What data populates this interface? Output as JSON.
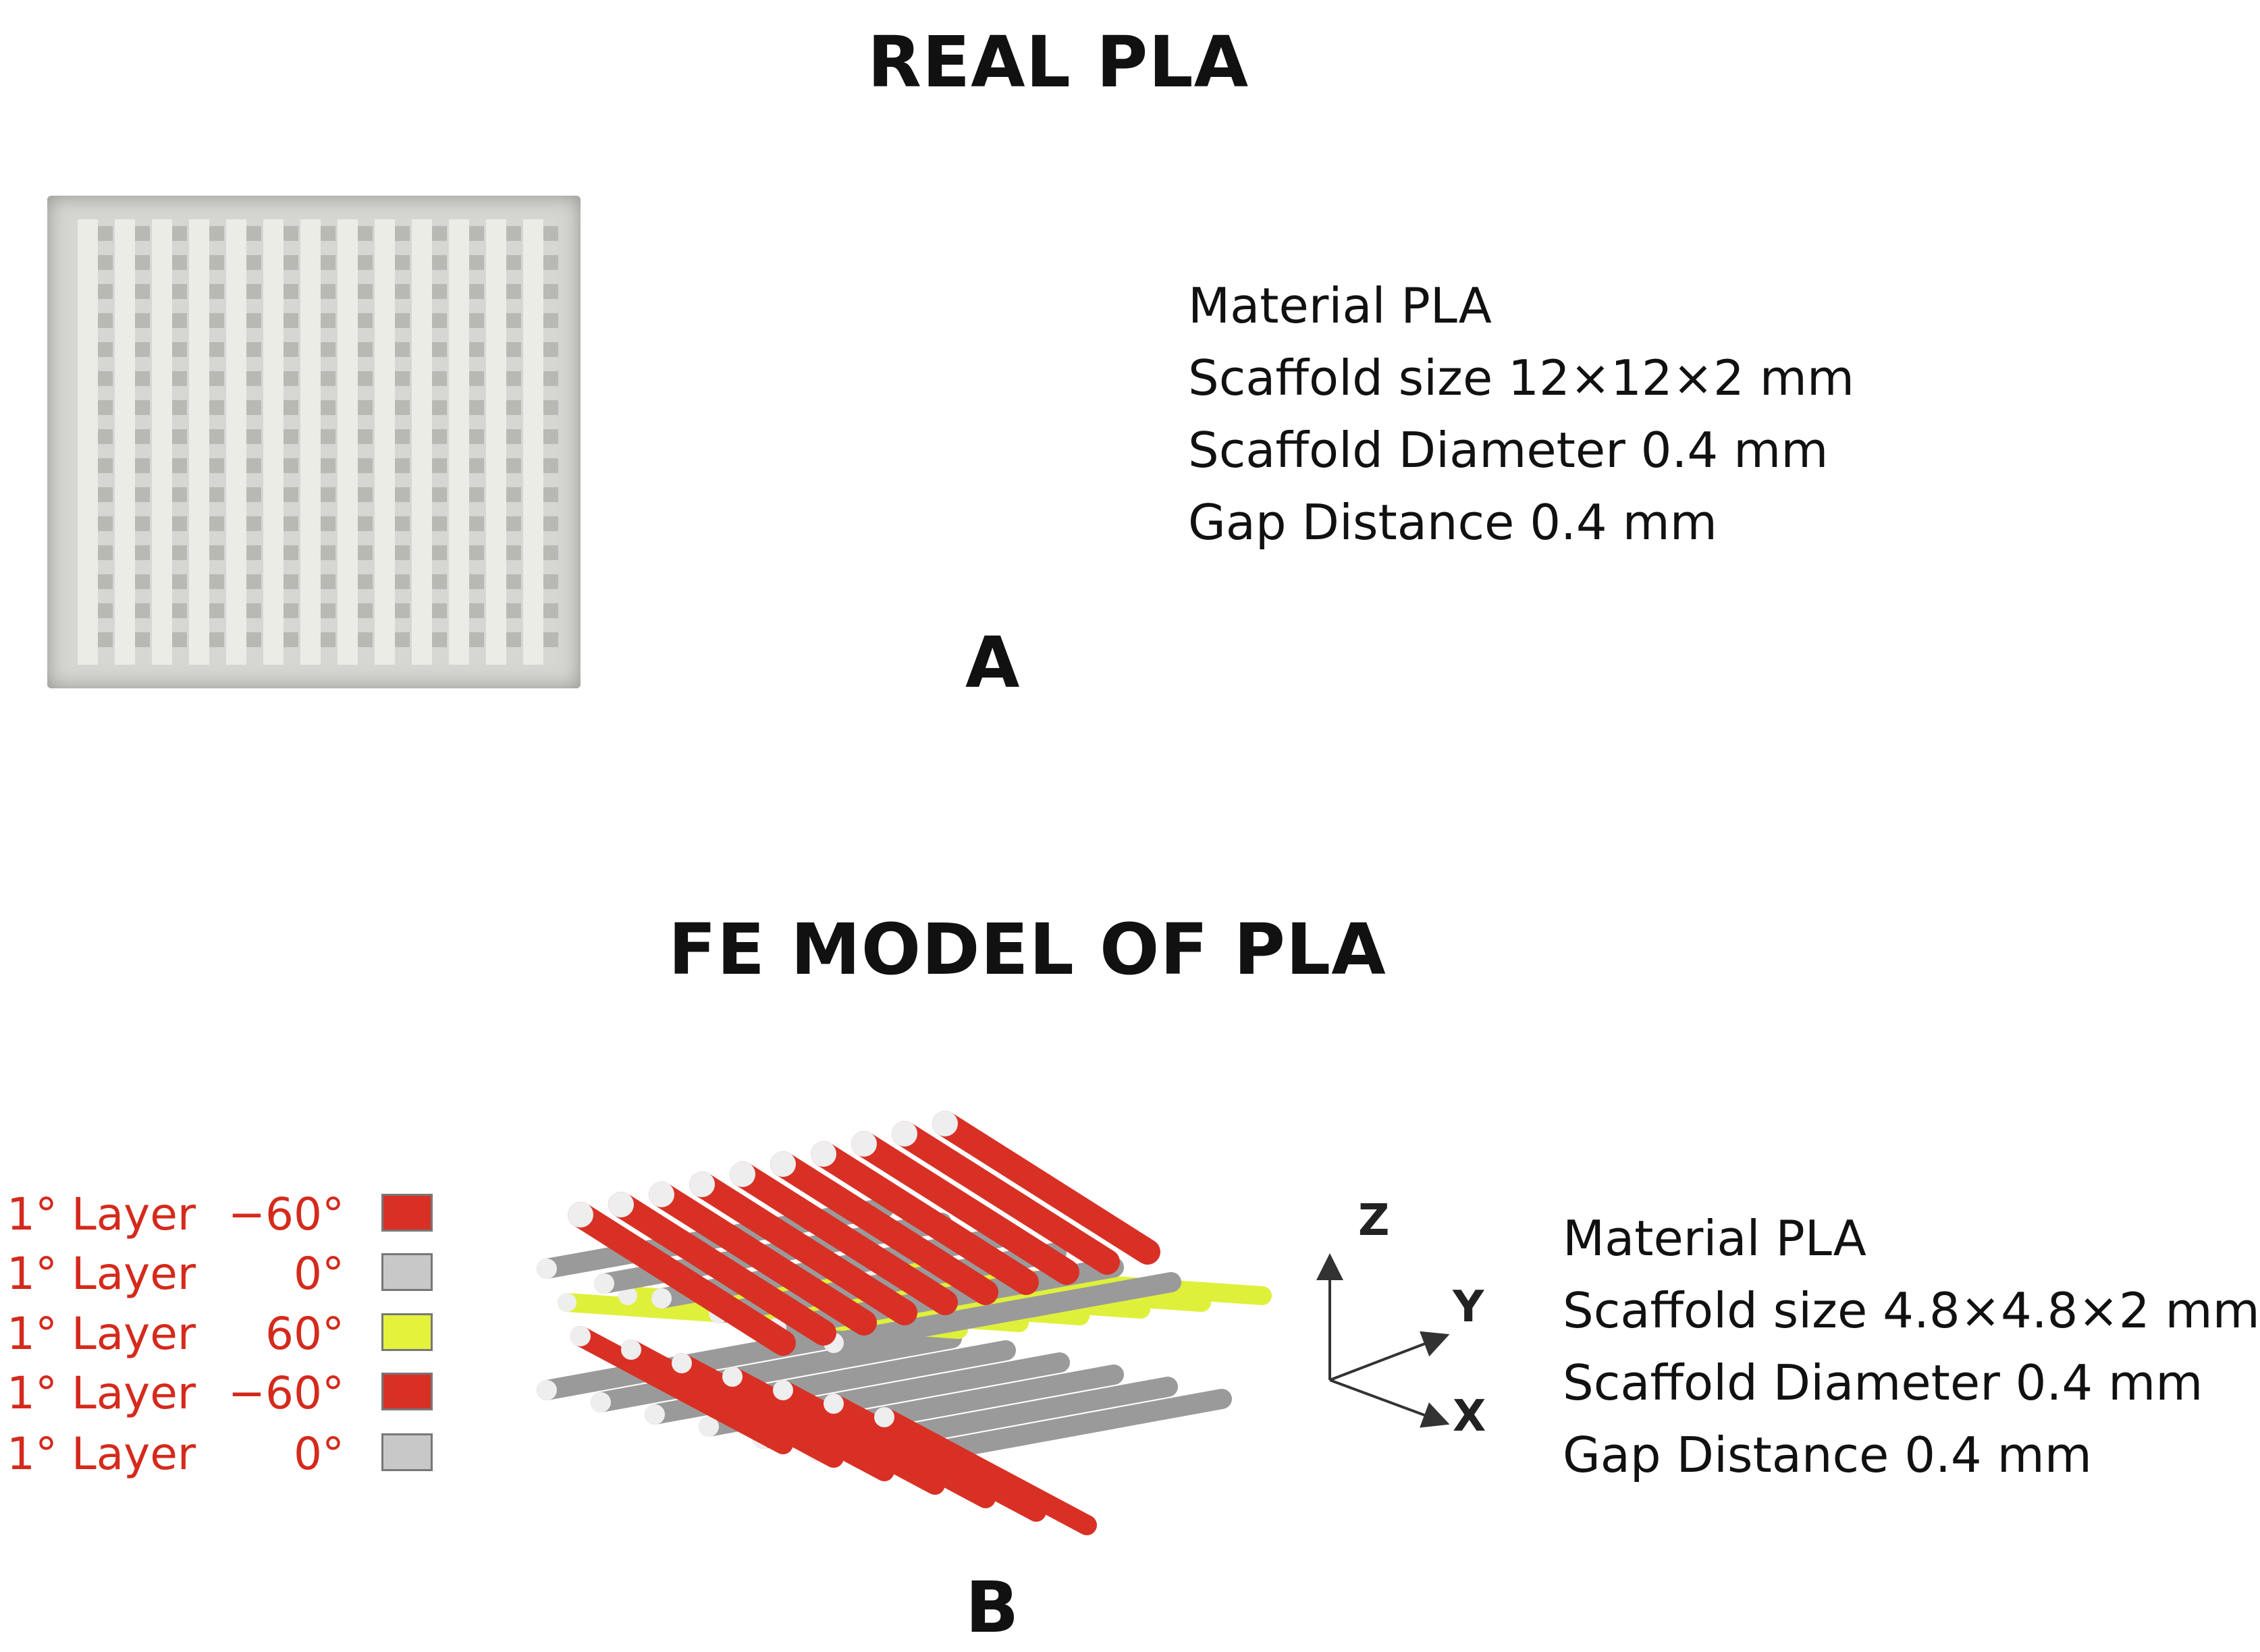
{
  "panel_a": {
    "title": "REAL PLA",
    "letter": "A",
    "specs": [
      "Material PLA",
      "Scaffold size 12×12×2 mm",
      "Scaffold Diameter 0.4 mm",
      "Gap Distance 0.4 mm"
    ]
  },
  "panel_b": {
    "title": "FE MODEL OF PLA",
    "letter": "B",
    "specs": [
      "Material PLA",
      "Scaffold size 4.8×4.8×2 mm",
      "Scaffold Diameter 0.4 mm",
      "Gap Distance 0.4 mm"
    ],
    "legend": [
      {
        "layer": "1° Layer",
        "angle": "−60°",
        "color": "#d93025"
      },
      {
        "layer": "1° Layer",
        "angle": "0°",
        "color": "#c8c8c8"
      },
      {
        "layer": "1° Layer",
        "angle": "60°",
        "color": "#e4f23c"
      },
      {
        "layer": "1° Layer",
        "angle": "−60°",
        "color": "#d93025"
      },
      {
        "layer": "1° Layer",
        "angle": "0°",
        "color": "#c8c8c8"
      }
    ],
    "axes": {
      "z": "Z",
      "y": "Y",
      "x": "X"
    }
  }
}
